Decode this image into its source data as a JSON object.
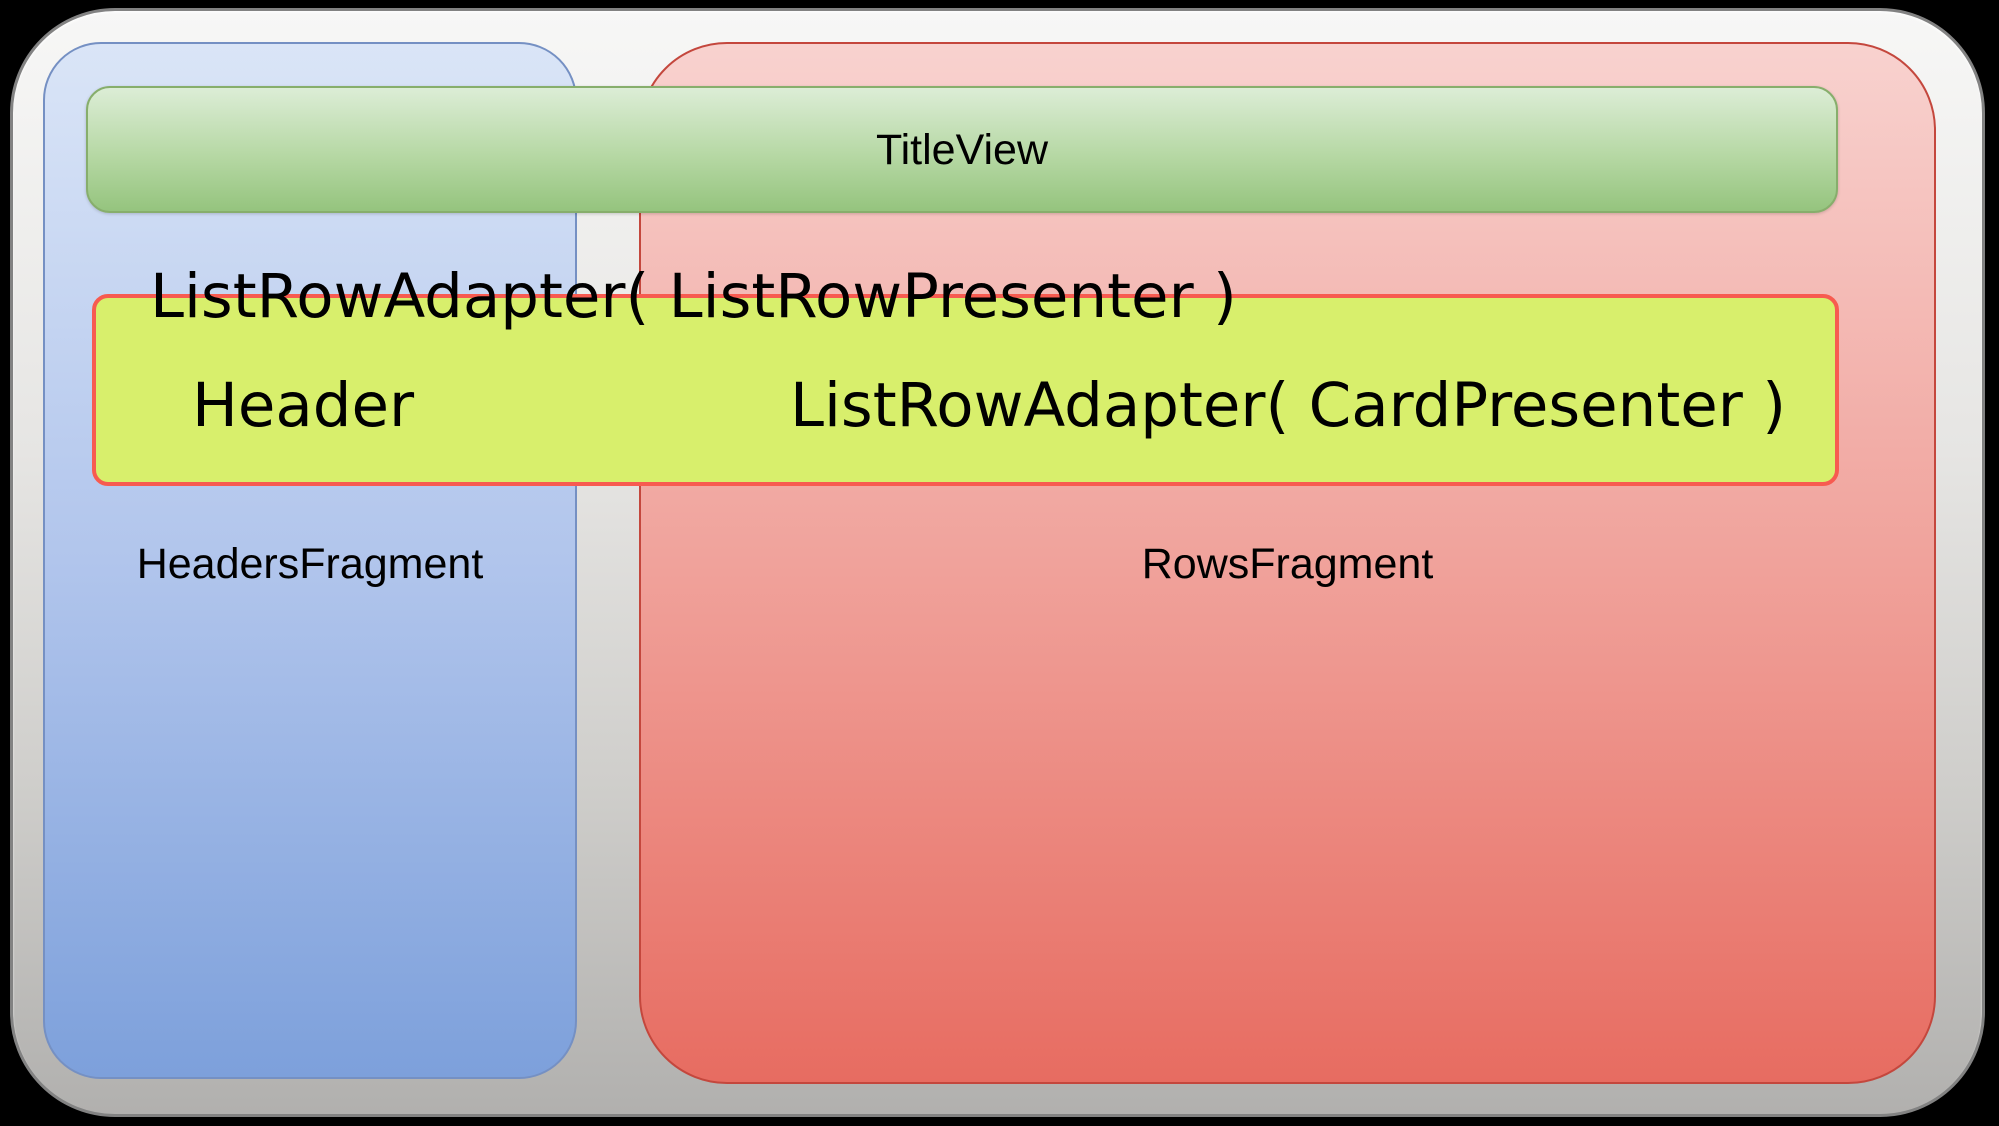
{
  "diagram": {
    "title_bar": {
      "label": "TitleView",
      "fill_top": "#dcedd6",
      "fill_bottom": "#95c47e",
      "border_color": "#87ae6c"
    },
    "headers_panel": {
      "label": "HeadersFragment",
      "fill_top": "#dae5f7",
      "fill_bottom": "#7da0db",
      "border_color": "#7590c3"
    },
    "rows_panel": {
      "label": "RowsFragment",
      "fill_top": "#f8d2cf",
      "fill_bottom": "#e76c61",
      "border_color": "#c4473d"
    },
    "adapter_caption": "ListRowAdapter( ListRowPresenter )",
    "row_bar": {
      "header_label": "Header",
      "adapter_label": "ListRowAdapter( CardPresenter )",
      "fill": "#d8ef6c",
      "border_color": "#f75b50"
    },
    "outer_panel": {
      "fill_top": "#f7f7f6",
      "fill_bottom": "#b1b0ae",
      "border_color": "#828282"
    },
    "text_color": "#000000",
    "canvas_background": "#000000"
  }
}
